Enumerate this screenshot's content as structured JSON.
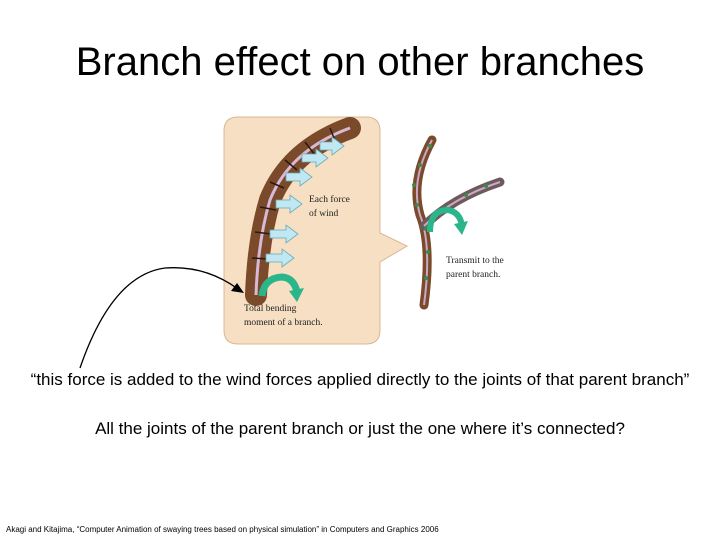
{
  "slide": {
    "title": "Branch effect on other branches",
    "quote": "“this force is added to the wind forces applied directly to the joints of that parent branch”",
    "question": "All the joints of the parent branch or just the one where it’s connected?",
    "citation": "Akagi and Kitajima, “Computer Animation of swaying trees based on physical simulation” in Computers and Graphics 2006"
  },
  "figure": {
    "label_force_line1": "Each force",
    "label_force_line2": "of wind",
    "label_transmit_line1": "Transmit to the",
    "label_transmit_line2": "parent branch.",
    "label_moment_line1": "Total bending",
    "label_moment_line2": "moment of a branch.",
    "colors": {
      "panel": "#f6dfc2",
      "branch": "#7a4a2a",
      "branch_child": "#6e5a5a",
      "axis_line": "#c9a8c8",
      "wind_arrow": "#bfe8f2",
      "moment_arrow": "#2bb58a",
      "joint": "#3a8a4a"
    }
  }
}
